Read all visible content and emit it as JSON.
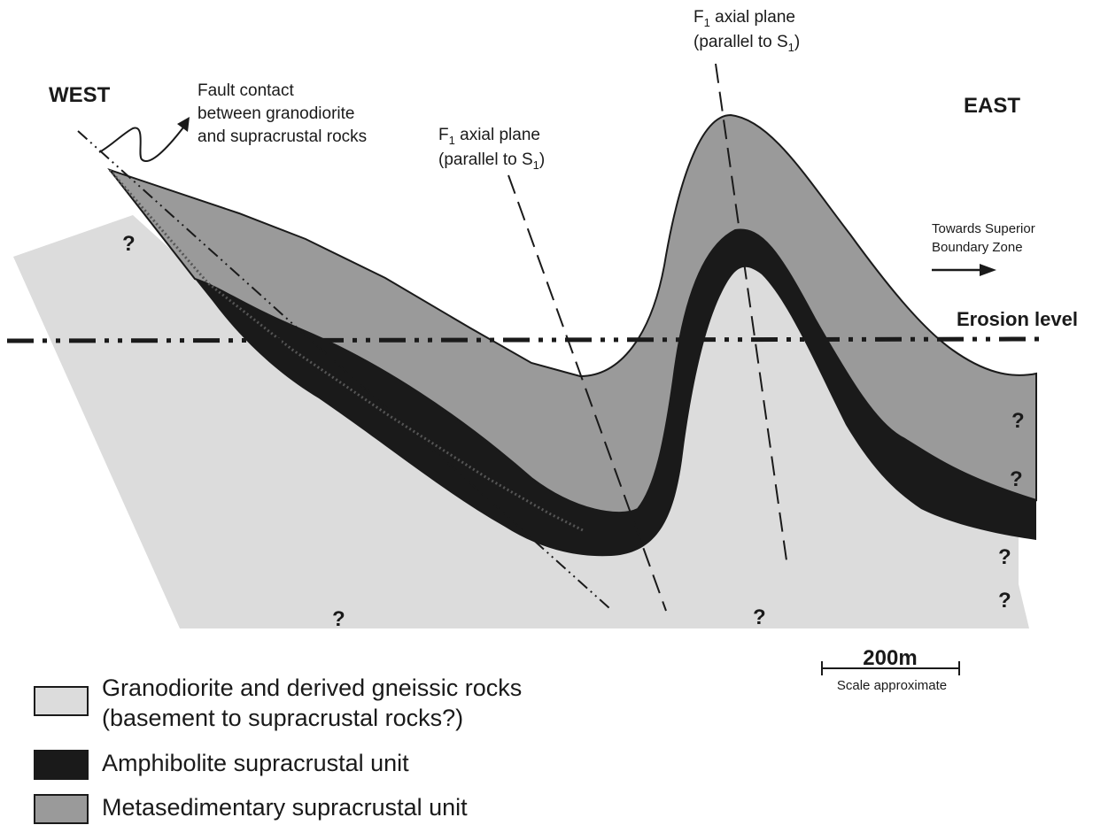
{
  "directions": {
    "west": "WEST",
    "east": "EAST"
  },
  "fault_label": {
    "line1": "Fault contact",
    "line2": "between granodiorite",
    "line3": "and supracrustal rocks"
  },
  "axial_plane_1": {
    "line1_prefix": "F",
    "line1_sub": "1",
    "line1_suffix": " axial plane",
    "line2_prefix": "(parallel to S",
    "line2_sub": "1",
    "line2_suffix": ")"
  },
  "axial_plane_2": {
    "line1_prefix": "F",
    "line1_sub": "1",
    "line1_suffix": " axial plane",
    "line2_prefix": "(parallel to S",
    "line2_sub": "1",
    "line2_suffix": ")"
  },
  "towards": {
    "line1": "Towards Superior",
    "line2": "Boundary Zone"
  },
  "erosion_level": "Erosion level",
  "question_mark": "?",
  "scale": {
    "value": "200m",
    "note": "Scale approximate"
  },
  "legend": [
    {
      "label_line1": "Granodiorite and derived gneissic rocks",
      "label_line2": "(basement to supracrustal rocks?)",
      "color": "#dcdcdc"
    },
    {
      "label_line1": "Amphibolite supracrustal unit",
      "label_line2": "",
      "color": "#1a1a1a"
    },
    {
      "label_line1": "Metasedimentary supracrustal unit",
      "label_line2": "",
      "color": "#9a9a9a"
    }
  ],
  "colors": {
    "granodiorite": "#dcdcdc",
    "amphibolite": "#1a1a1a",
    "metasedimentary": "#9a9a9a",
    "line": "#1a1a1a"
  }
}
